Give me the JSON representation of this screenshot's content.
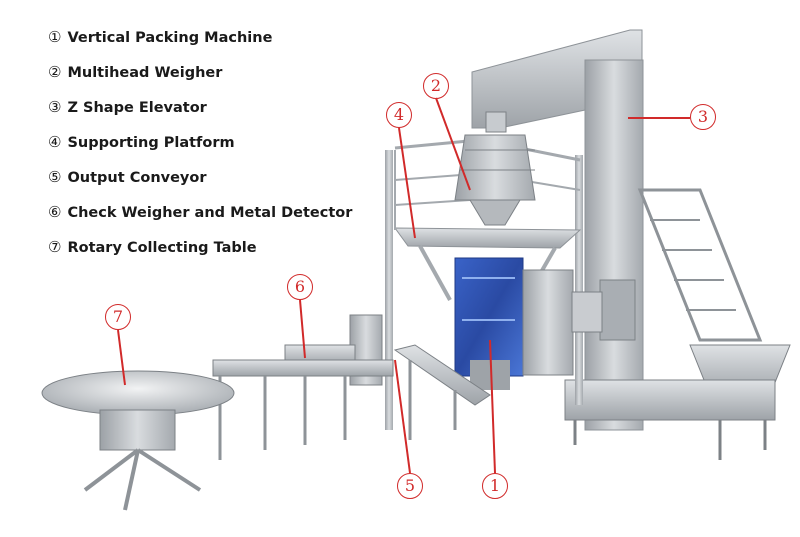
{
  "legend": [
    {
      "num": "①",
      "label": "Vertical Packing Machine"
    },
    {
      "num": "②",
      "label": "Multihead Weigher"
    },
    {
      "num": "③",
      "label": "Z Shape Elevator"
    },
    {
      "num": "④",
      "label": "Supporting Platform"
    },
    {
      "num": "⑤",
      "label": "Output Conveyor"
    },
    {
      "num": "⑥",
      "label": "Check Weigher and Metal Detector"
    },
    {
      "num": "⑦",
      "label": "Rotary Collecting Table"
    }
  ],
  "callouts": {
    "c1": "1",
    "c2": "2",
    "c3": "3",
    "c4": "4",
    "c5": "5",
    "c6": "6",
    "c7": "7"
  },
  "colors": {
    "callout": "#d12a2a",
    "steel": "#bfc3c7",
    "steel_dark": "#8e9398",
    "machine_blue": "#2f55b8"
  }
}
